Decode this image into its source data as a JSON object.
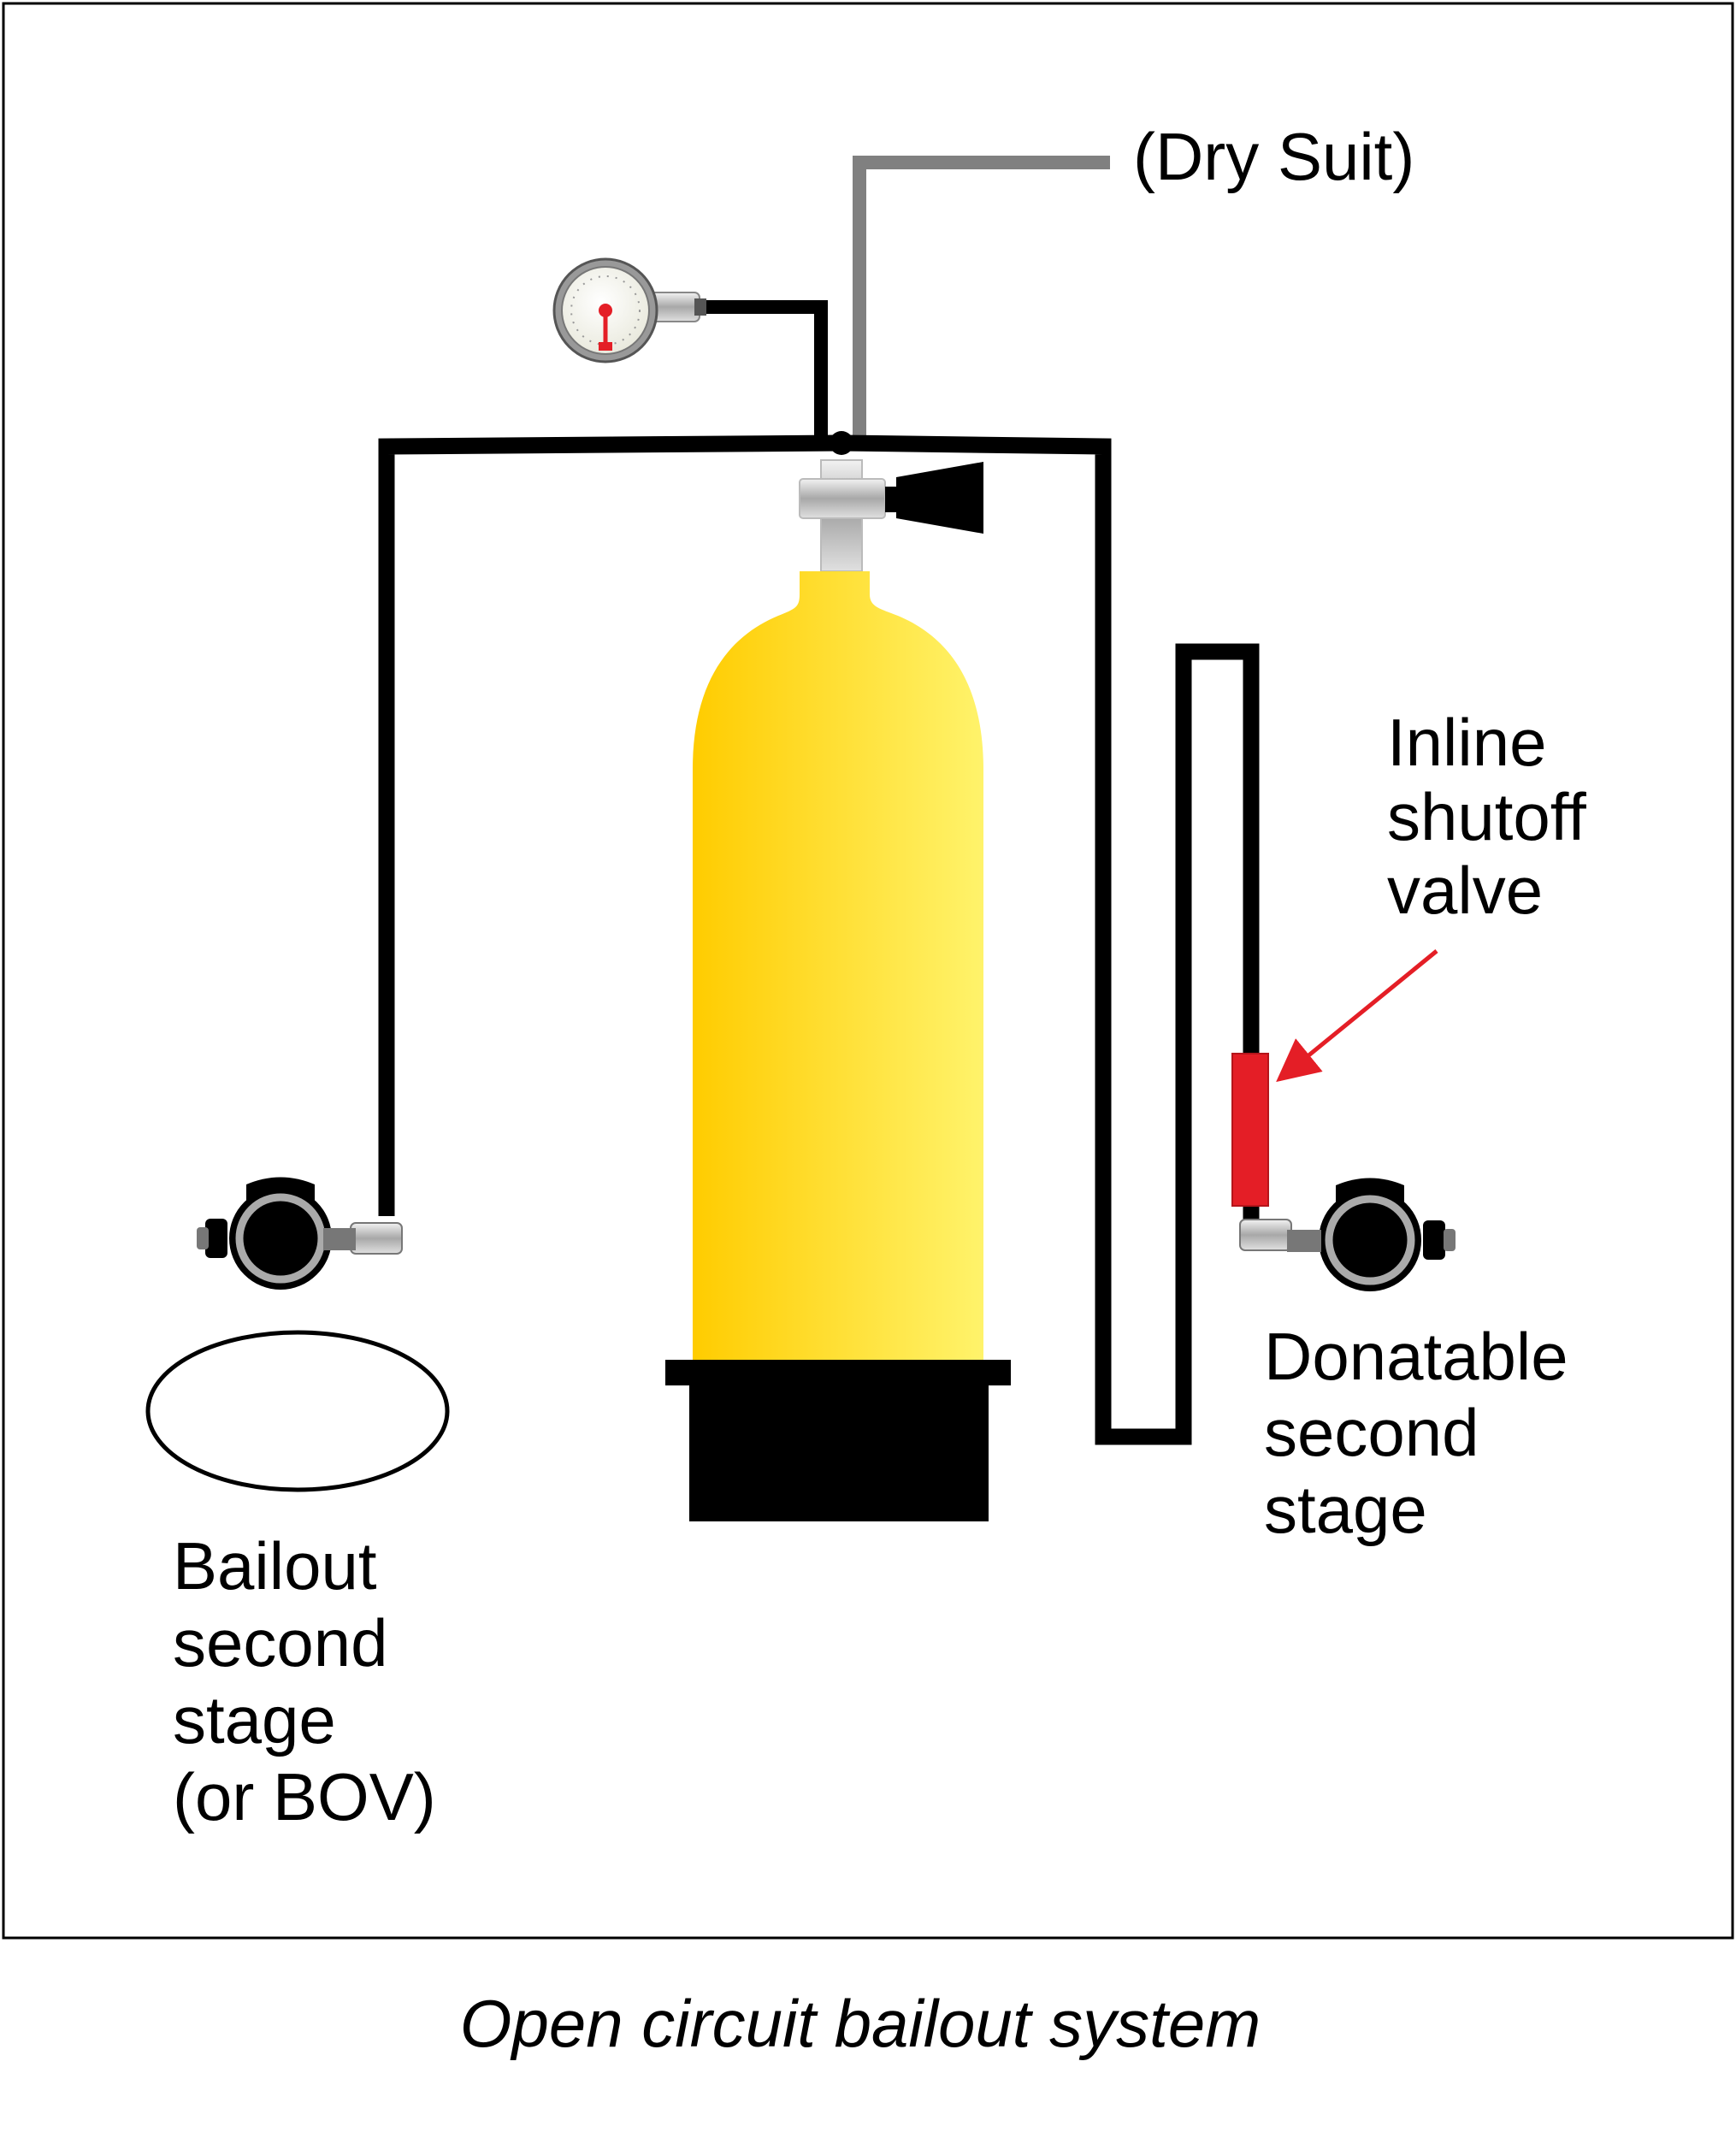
{
  "labels": {
    "dry_suit": "(Dry Suit)",
    "inline_valve": [
      "Inline",
      "shutoff",
      "valve"
    ],
    "donatable": [
      "Donatable",
      "second",
      "stage"
    ],
    "bailout": [
      "Bailout",
      "second",
      "stage",
      "(or BOV)"
    ]
  },
  "caption": "Open circuit bailout system",
  "colors": {
    "cylinder_light": "#FFF36B",
    "cylinder_dark": "#FFCC00",
    "hose": "#000000",
    "drysuit_hose": "#808080",
    "valve": "#E41E26",
    "arrow": "#E41E26",
    "cylinder_boot": "#000000"
  },
  "icons": {
    "gauge": "pressure-gauge-icon",
    "bailout_regulator": "regulator-second-stage-icon",
    "donatable_regulator": "regulator-second-stage-icon"
  }
}
